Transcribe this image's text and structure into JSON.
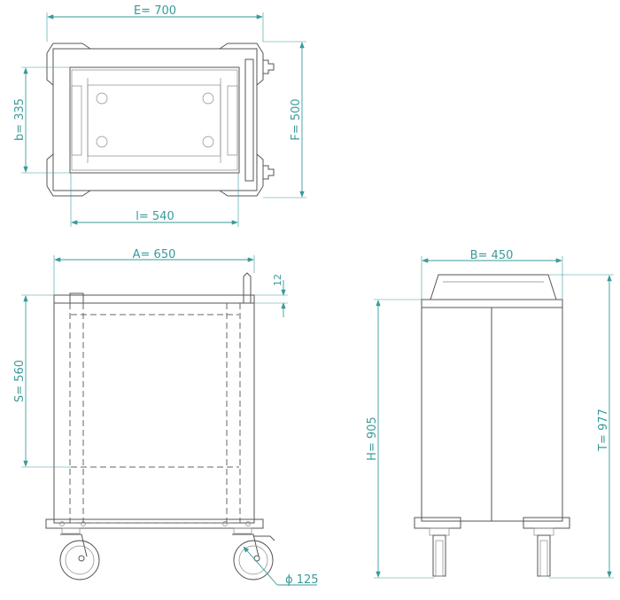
{
  "top_view": {
    "dim_E": "E= 700",
    "dim_F": "F= 500",
    "dim_b": "b= 335",
    "dim_l": "l= 540"
  },
  "front_view": {
    "dim_A": "A= 650",
    "dim_S": "S= 560",
    "dim_12": "12",
    "dim_wheel": "ϕ 125"
  },
  "side_view": {
    "dim_B": "B= 450",
    "dim_H": "H= 905",
    "dim_T": "T= 977"
  },
  "colors": {
    "dimension": "#3a9a9a",
    "outline": "#555555"
  }
}
